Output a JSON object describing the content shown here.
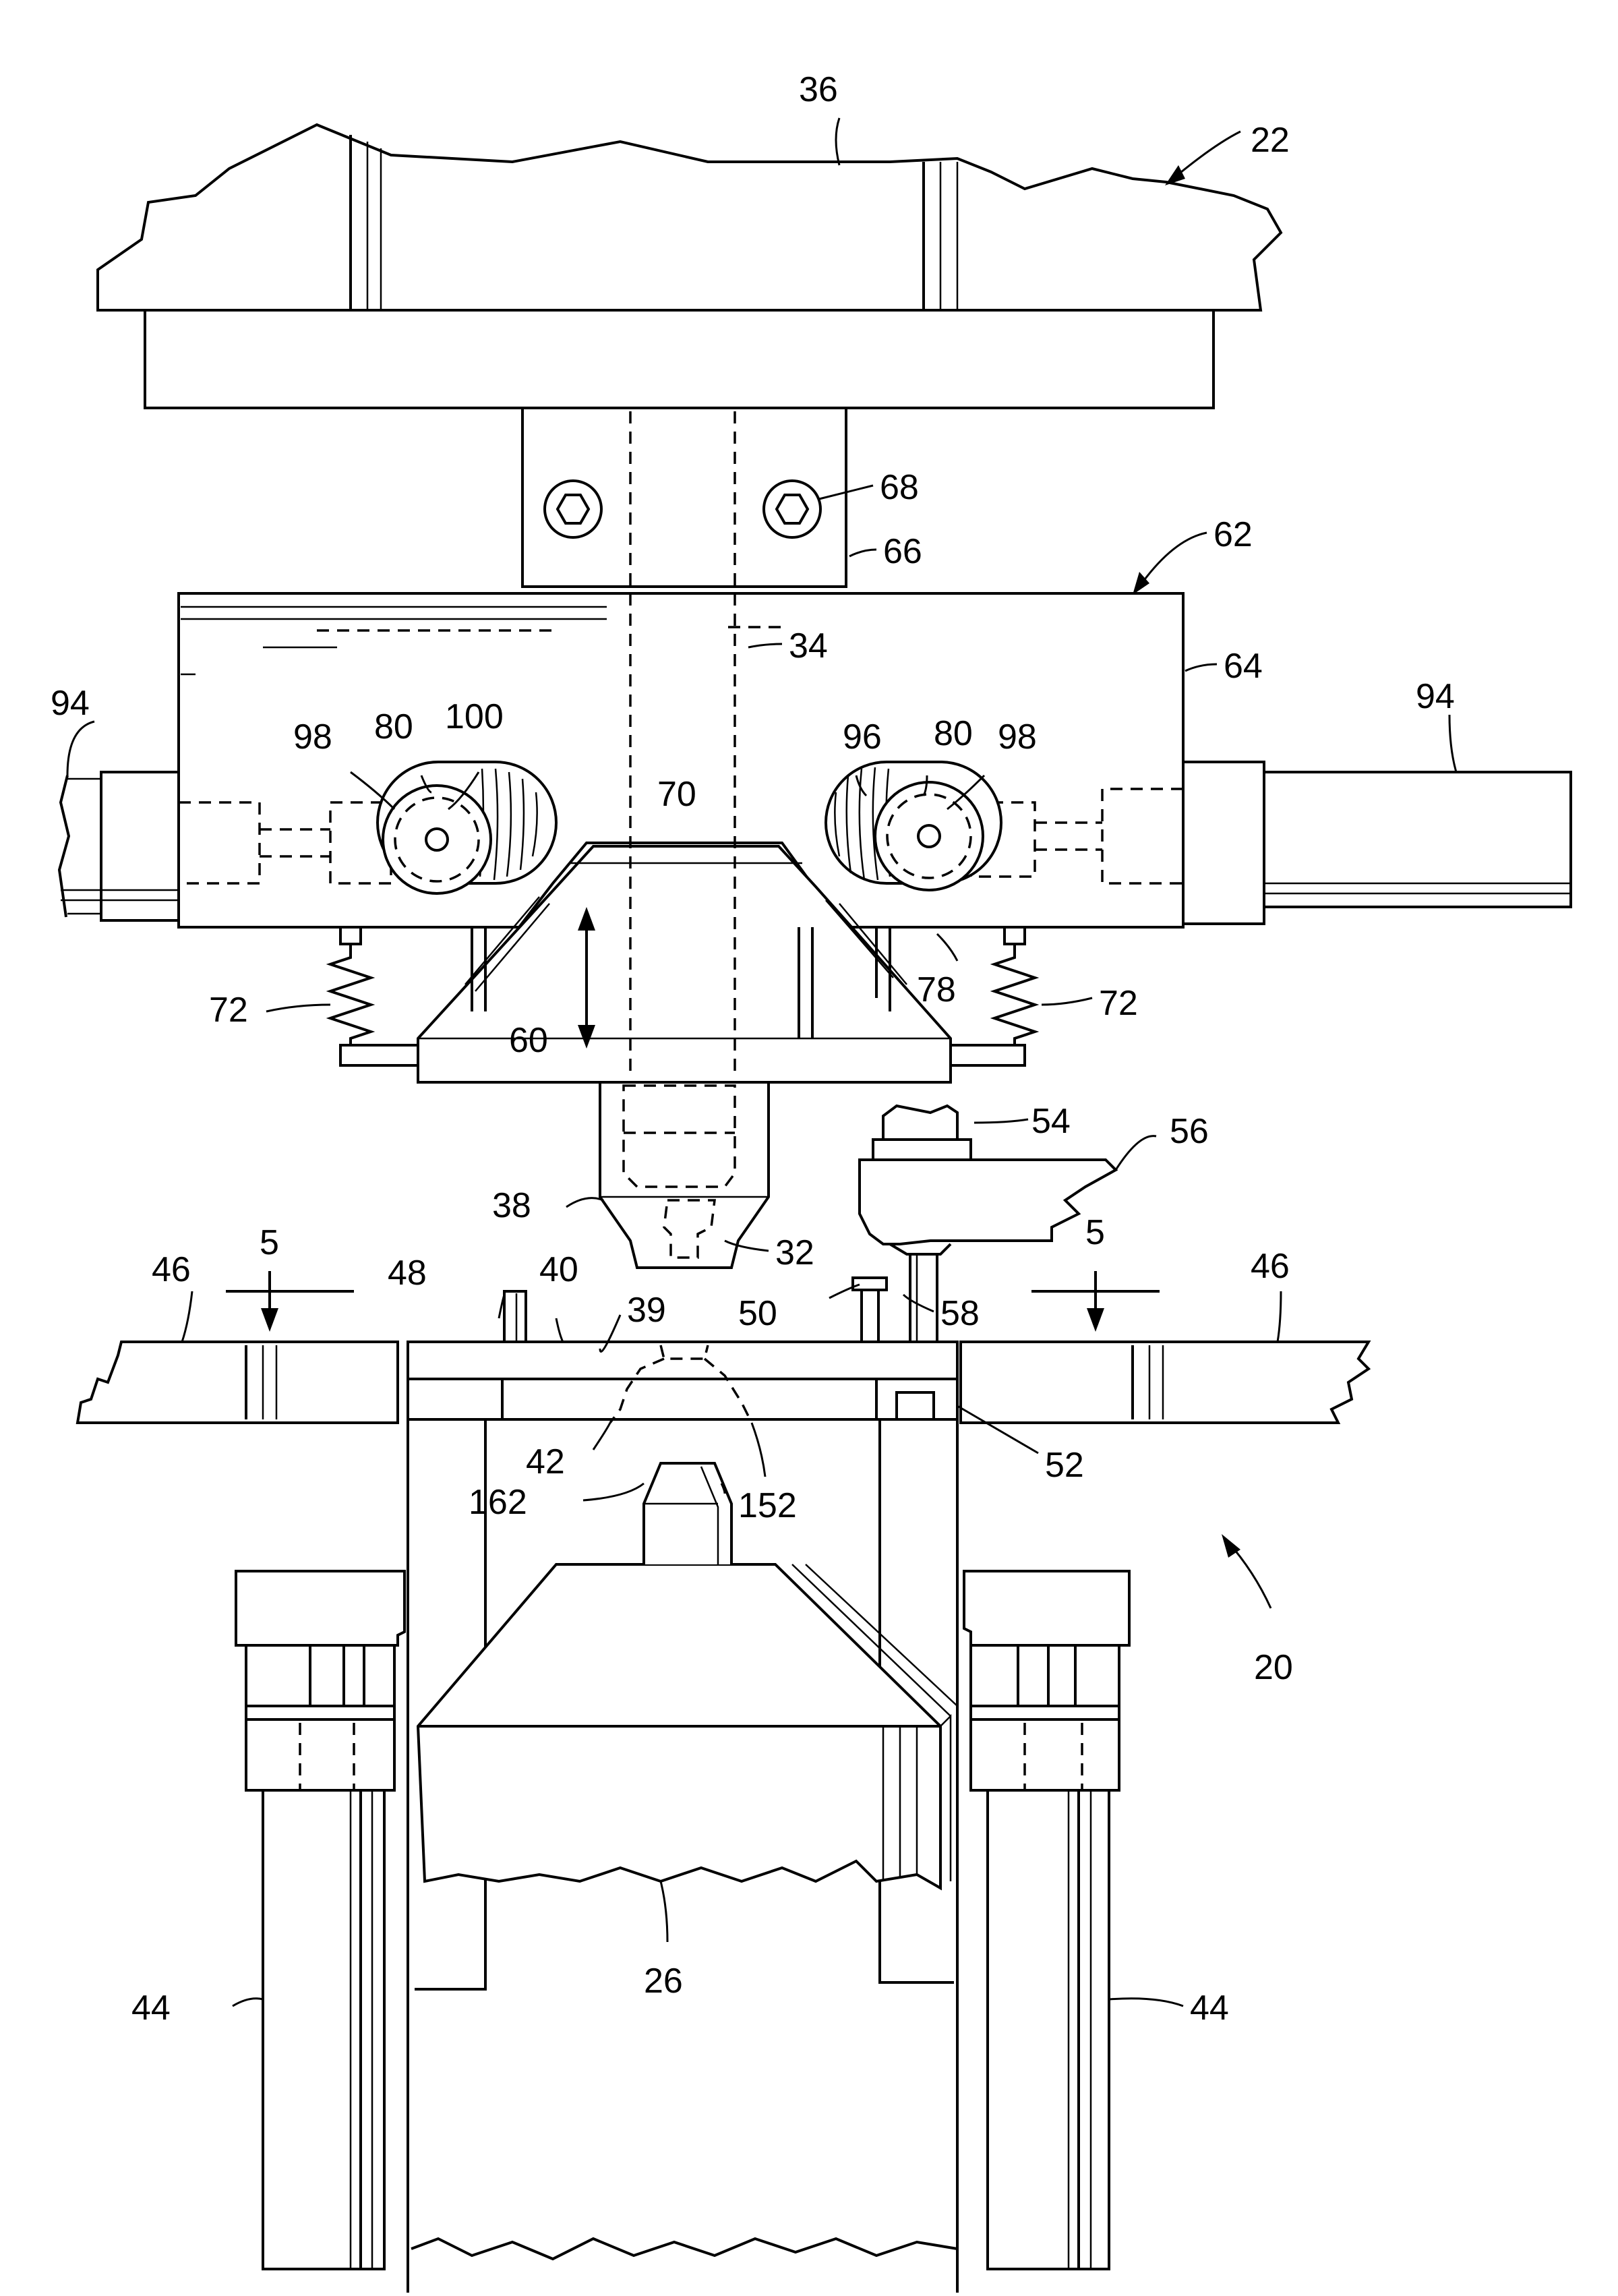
{
  "figure": {
    "colors": {
      "ink": "#000000",
      "paper": "#ffffff"
    },
    "labels": {
      "l36": "36",
      "l22": "22",
      "l68": "68",
      "l66": "66",
      "l62": "62",
      "l34": "34",
      "l64": "64",
      "l94_left": "94",
      "l94_right": "94",
      "l98_left": "98",
      "l80_left": "80",
      "l100": "100",
      "l70": "70",
      "l96": "96",
      "l80_right": "80",
      "l98_right": "98",
      "l72_left": "72",
      "l72_right": "72",
      "l60": "60",
      "l78": "78",
      "l54": "54",
      "l56": "56",
      "l38": "38",
      "l32": "32",
      "l5_left": "5",
      "l5_right": "5",
      "l46_left": "46",
      "l46_right": "46",
      "l48": "48",
      "l40": "40",
      "l39": "39",
      "l50": "50",
      "l58": "58",
      "l42": "42",
      "l52": "52",
      "l162": "162",
      "l152": "152",
      "l20": "20",
      "l26": "26",
      "l44_left": "44",
      "l44_right": "44"
    }
  }
}
